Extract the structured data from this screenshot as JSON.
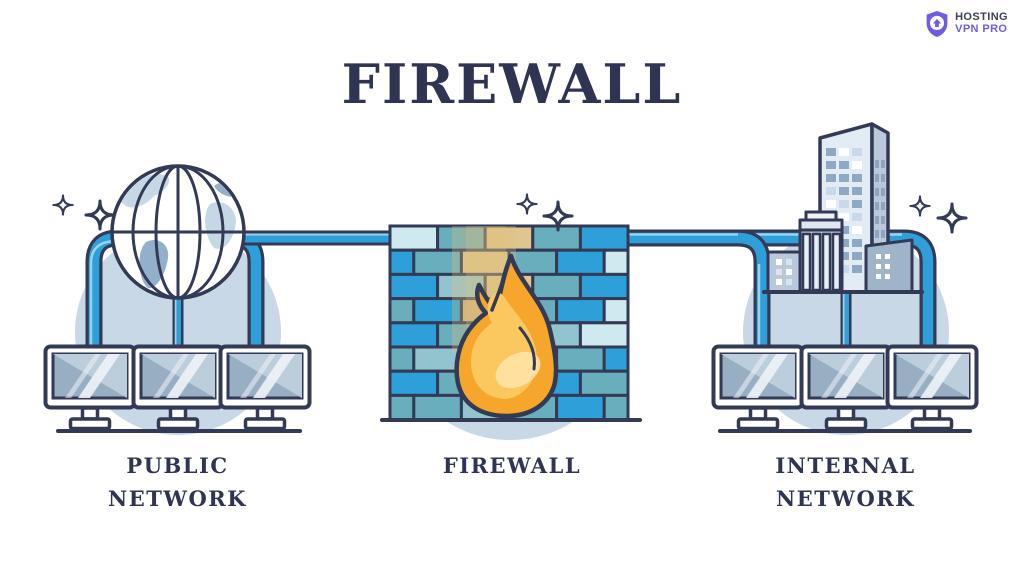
{
  "title": "FIREWALL",
  "logo": {
    "brand_line1": "HOSTING",
    "brand_line2": "VPN PRO"
  },
  "labels": {
    "public": {
      "line1": "PUBLIC",
      "line2": "NETWORK"
    },
    "firewall": {
      "line1": "FIREWALL"
    },
    "internal": {
      "line1": "INTERNAL",
      "line2": "NETWORK"
    }
  },
  "colors": {
    "navy": "#323a56",
    "title_navy": "#2e3452",
    "pipe_blue": "#2e9fd8",
    "pipe_light": "#a8ddf2",
    "blob": "#c9d8e7",
    "screen": "#97aec3",
    "screen_light": "#bccddc",
    "glare": "#eef3f8",
    "brick_blue": "#2e9fd8",
    "brick_teal": "#69aebc",
    "brick_pale": "#cfe9f0",
    "brick_mid": "#92c4cf",
    "brick_sand": "#cdb277",
    "brick_glow": "#dfc68e",
    "flame_orange": "#f6a62a",
    "flame_light": "#fbc75f",
    "flame_highlight": "#ffe1a1",
    "bldg_light": "#e3ecf5",
    "bldg_mid": "#b9c9db",
    "bldg_dark": "#9fb4c8",
    "window_blue": "#8fa9c4",
    "logo_purple": "#6d5ce8",
    "logo_dark": "#3b4254"
  },
  "firewall_wall": {
    "brick_rows": [
      {
        "offset": false,
        "cells": [
          "pale",
          "teal",
          "glow",
          "teal",
          "blue"
        ]
      },
      {
        "offset": true,
        "cells": [
          "blue",
          "teal",
          "glow",
          "teal",
          "blue",
          "pale"
        ]
      },
      {
        "offset": false,
        "cells": [
          "blue",
          "mid",
          "glow",
          "teal",
          "blue"
        ]
      },
      {
        "offset": true,
        "cells": [
          "teal",
          "blue",
          "sand",
          "teal",
          "blue",
          "pale"
        ]
      },
      {
        "offset": false,
        "cells": [
          "blue",
          "teal",
          "sand",
          "mid",
          "pale"
        ]
      },
      {
        "offset": true,
        "cells": [
          "teal",
          "mid",
          "teal",
          "blue",
          "teal",
          "blue"
        ]
      },
      {
        "offset": false,
        "cells": [
          "blue",
          "teal",
          "teal",
          "blue",
          "teal"
        ]
      },
      {
        "offset": true,
        "cells": [
          "teal",
          "teal",
          "mid",
          "teal",
          "blue",
          "teal"
        ]
      }
    ]
  }
}
